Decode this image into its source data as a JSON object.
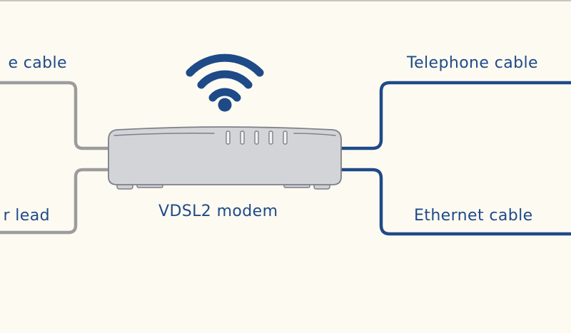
{
  "labels": {
    "left_top": "e cable",
    "left_bottom": "r lead",
    "modem": "VDSL2 modem",
    "right_top": "Telephone cable",
    "right_bottom": "Ethernet cable"
  },
  "colors": {
    "background": "#fdfaf2",
    "navy": "#1e4a88",
    "grey_cable": "#9c9c9c",
    "modem_body": "#d3d4d8",
    "modem_outline": "#7e8088"
  },
  "icons": {
    "wifi": "wifi-icon",
    "modem": "modem-device"
  }
}
